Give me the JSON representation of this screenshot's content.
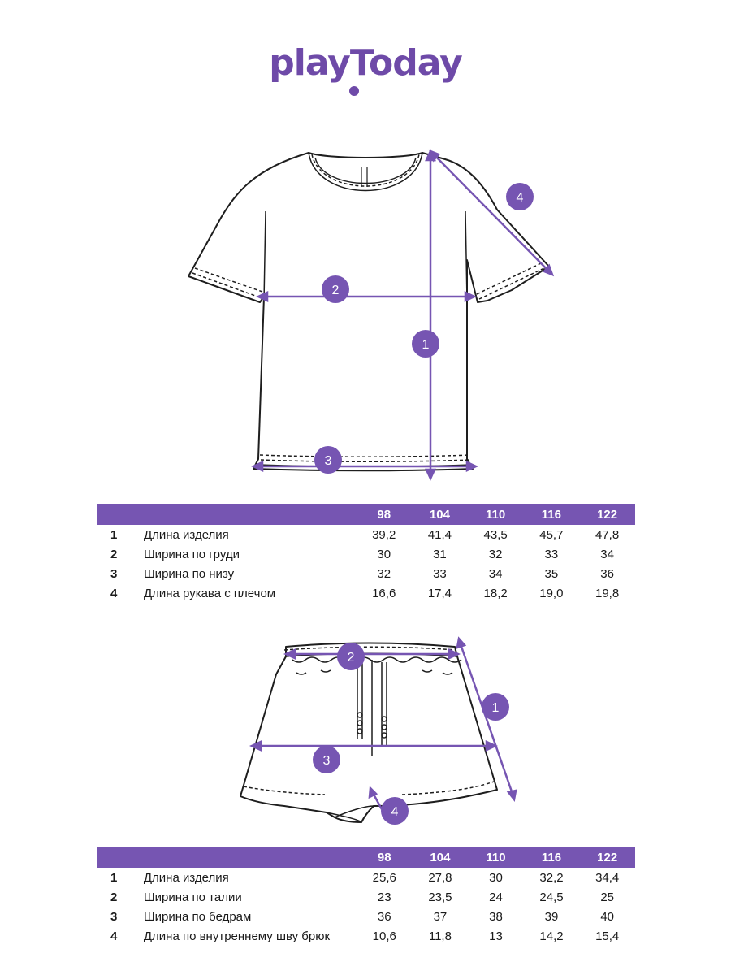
{
  "brand": {
    "logo_text": "playToday"
  },
  "colors": {
    "accent": "#7655b2",
    "line": "#1e1e1e"
  },
  "tshirt": {
    "markers": [
      "1",
      "2",
      "3",
      "4"
    ],
    "table": {
      "sizes": [
        "98",
        "104",
        "110",
        "116",
        "122"
      ],
      "rows": [
        {
          "num": "1",
          "name": "Длина изделия",
          "values": [
            "39,2",
            "41,4",
            "43,5",
            "45,7",
            "47,8"
          ]
        },
        {
          "num": "2",
          "name": "Ширина по груди",
          "values": [
            "30",
            "31",
            "32",
            "33",
            "34"
          ]
        },
        {
          "num": "3",
          "name": "Ширина по низу",
          "values": [
            "32",
            "33",
            "34",
            "35",
            "36"
          ]
        },
        {
          "num": "4",
          "name": "Длина рукава с плечом",
          "values": [
            "16,6",
            "17,4",
            "18,2",
            "19,0",
            "19,8"
          ]
        }
      ]
    }
  },
  "shorts": {
    "markers": [
      "1",
      "2",
      "3",
      "4"
    ],
    "table": {
      "sizes": [
        "98",
        "104",
        "110",
        "116",
        "122"
      ],
      "rows": [
        {
          "num": "1",
          "name": "Длина изделия",
          "values": [
            "25,6",
            "27,8",
            "30",
            "32,2",
            "34,4"
          ]
        },
        {
          "num": "2",
          "name": "Ширина по талии",
          "values": [
            "23",
            "23,5",
            "24",
            "24,5",
            "25"
          ]
        },
        {
          "num": "3",
          "name": "Ширина по бедрам",
          "values": [
            "36",
            "37",
            "38",
            "39",
            "40"
          ]
        },
        {
          "num": "4",
          "name": "Длина по внутреннему шву брюк",
          "values": [
            "10,6",
            "11,8",
            "13",
            "14,2",
            "15,4"
          ]
        }
      ]
    }
  }
}
